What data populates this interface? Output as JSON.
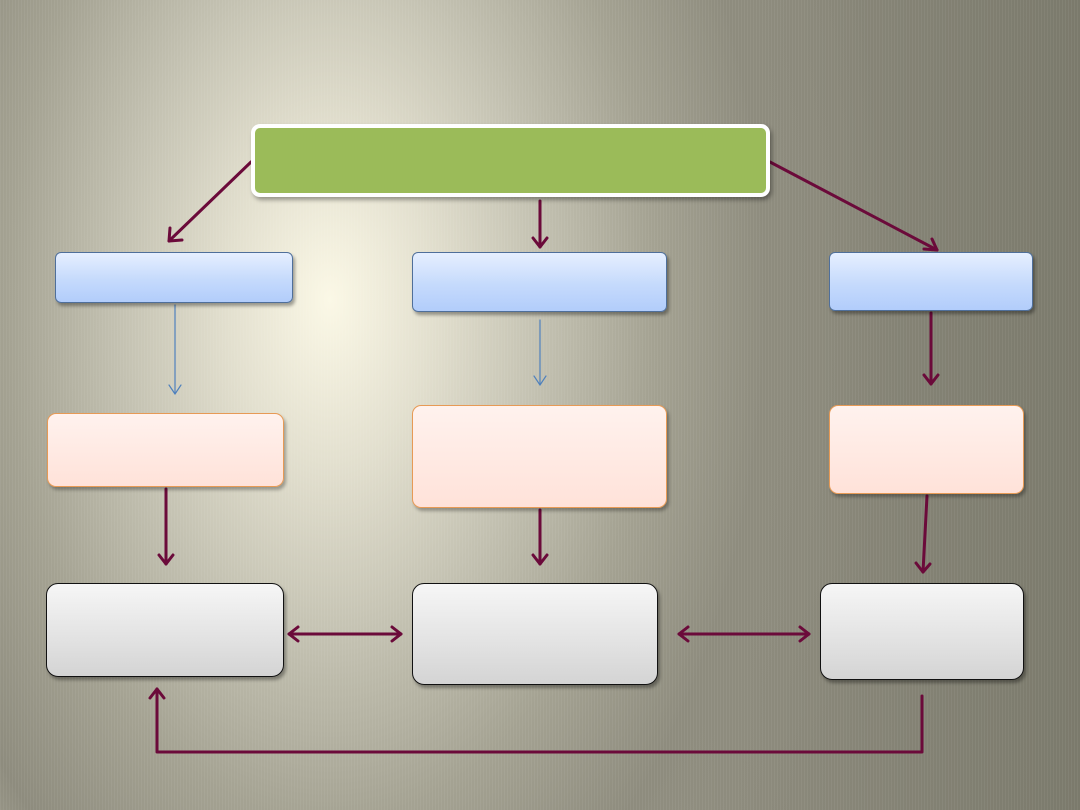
{
  "diagram": {
    "root": {
      "label": ""
    },
    "level1": [
      {
        "id": "left",
        "label": ""
      },
      {
        "id": "center",
        "label": ""
      },
      {
        "id": "right",
        "label": ""
      }
    ],
    "level2": [
      {
        "id": "left",
        "label": ""
      },
      {
        "id": "center",
        "label": ""
      },
      {
        "id": "right",
        "label": ""
      }
    ],
    "level3": [
      {
        "id": "left",
        "label": ""
      },
      {
        "id": "center",
        "label": ""
      },
      {
        "id": "right",
        "label": ""
      }
    ]
  },
  "colors": {
    "root_fill": "#9bbb59",
    "level1_fill": "#c5dafc",
    "level2_fill": "#ffe2d9",
    "level2_border": "#e79a55",
    "level3_fill": "#e2e2e2",
    "connector_primary": "#6b0a3a",
    "connector_secondary": "#4f81bd"
  }
}
